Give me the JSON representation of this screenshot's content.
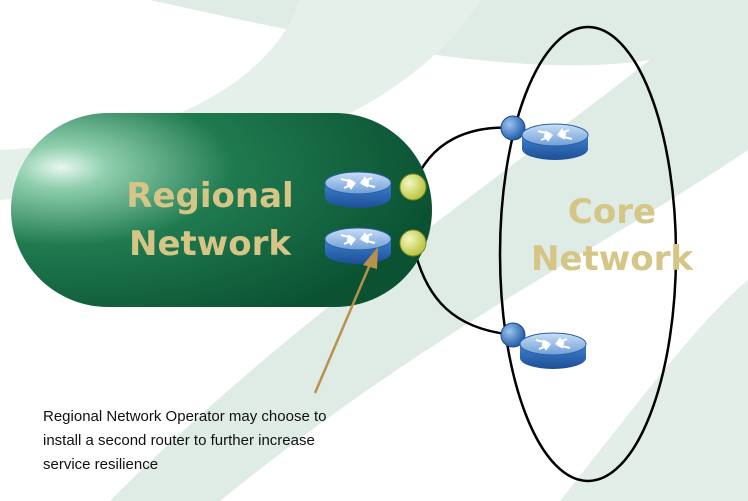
{
  "regional": {
    "line1": "Regional",
    "line2": "Network"
  },
  "core": {
    "line1": "Core",
    "line2": "Network"
  },
  "caption": "Regional Network Operator may choose to\ninstall a second router to further increase\nservice resilience",
  "colors": {
    "background_swoosh": "#dbe9e2",
    "regional_fill_dark": "#0e5c3a",
    "regional_fill_light": "#8fcfae",
    "label_gold": "#d5c586",
    "router_blue": "#3a78c2",
    "node_yellow": "#d7df6a",
    "node_blue": "#2e6fc2",
    "arrow": "#b8924a",
    "link": "#000000"
  },
  "icons": {
    "router": "router-icon",
    "interface_node": "interface-node-icon",
    "connector": "connector-icon"
  }
}
